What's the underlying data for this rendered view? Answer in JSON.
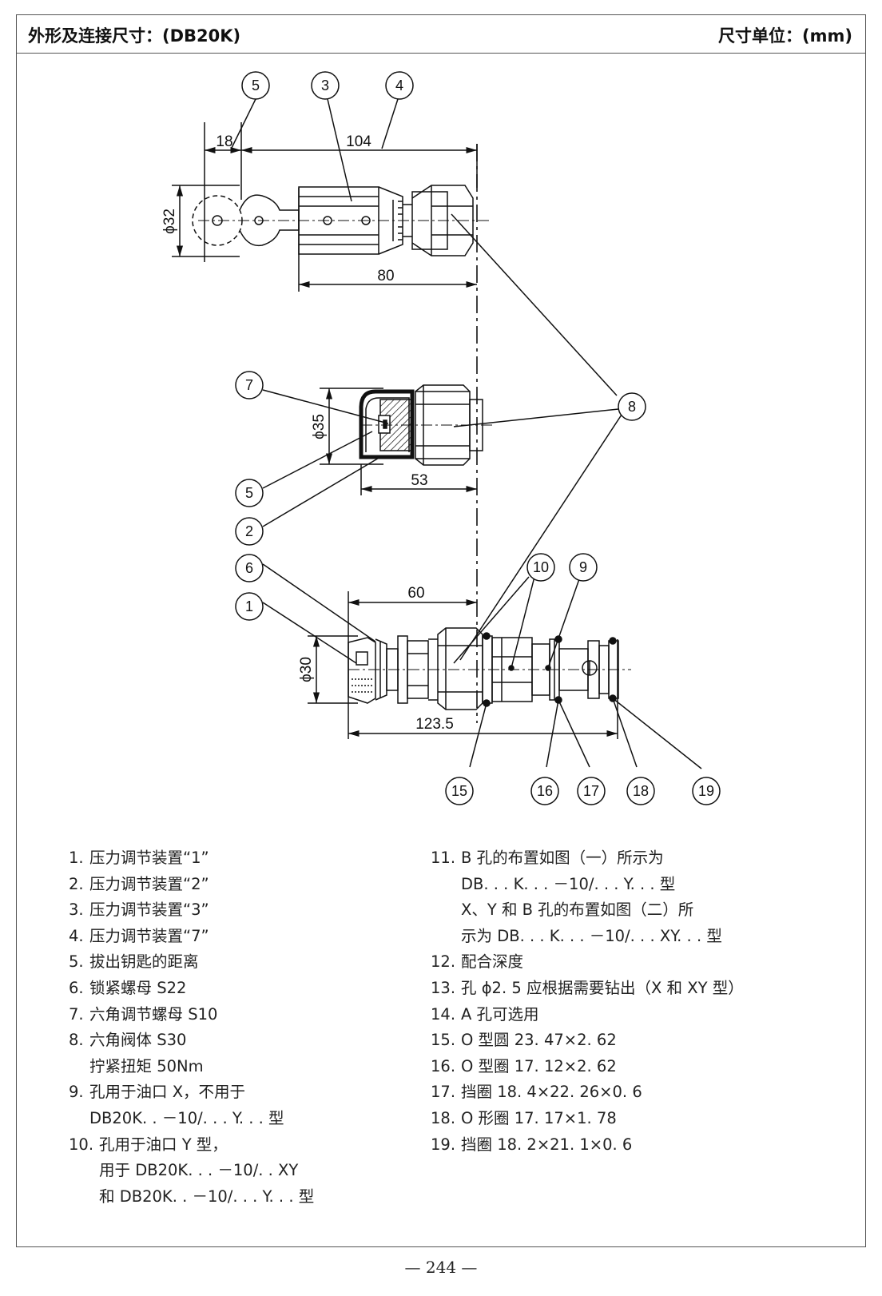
{
  "header": {
    "title": "外形及连接尺寸：(DB20K)",
    "unit": "尺寸单位：(mm)"
  },
  "drawing": {
    "top_view": {
      "dim_18": "18",
      "dim_104": "104",
      "dim_d32": "ϕ32",
      "dim_80": "80"
    },
    "middle_view": {
      "dim_d35": "ϕ35",
      "dim_53": "53"
    },
    "bottom_view": {
      "dim_60": "60",
      "dim_d30": "ϕ30",
      "dim_123_5": "123.5"
    },
    "callouts": {
      "c1": "1",
      "c2": "2",
      "c3": "3",
      "c4": "4",
      "c5a": "5",
      "c5b": "5",
      "c6": "6",
      "c7": "7",
      "c8": "8",
      "c9": "9",
      "c10": "10",
      "c15": "15",
      "c16": "16",
      "c17": "17",
      "c18": "18",
      "c19": "19"
    }
  },
  "legend_left": [
    {
      "num": "1.",
      "text": "压力调节装置“1”"
    },
    {
      "num": "2.",
      "text": "压力调节装置“2”"
    },
    {
      "num": "3.",
      "text": "压力调节装置“3”"
    },
    {
      "num": "4.",
      "text": "压力调节装置“7”"
    },
    {
      "num": "5.",
      "text": "拔出钥匙的距离"
    },
    {
      "num": "6.",
      "text": "锁紧螺母 S22"
    },
    {
      "num": "7.",
      "text": "六角调节螺母 S10"
    },
    {
      "num": "8.",
      "text": "六角阀体 S30",
      "cont": "拧紧扭矩 50Nm"
    },
    {
      "num": "9.",
      "text": "孔用于油口 X，不用于",
      "cont": "DB20K. . －10/. . . Y. . .  型"
    },
    {
      "num": "10.",
      "text": "孔用于油口 Y 型，",
      "cont": "用于 DB20K. . . －10/. . XY",
      "cont2": "和 DB20K. . －10/. . . Y. . .  型"
    }
  ],
  "legend_right": [
    {
      "num": "11.",
      "text": "B 孔的布置如图（一）所示为",
      "cont": "DB. . . K. . . －10/. . . Y. . .  型",
      "cont2": "X、Y 和 B 孔的布置如图（二）所",
      "cont3": "示为 DB. . . K. . . －10/. . . XY. . .  型"
    },
    {
      "num": "12.",
      "text": "配合深度"
    },
    {
      "num": "13.",
      "text": "孔 ϕ2. 5 应根据需要钻出（X 和 XY 型）"
    },
    {
      "num": "14.",
      "text": "A 孔可选用"
    },
    {
      "num": "15.",
      "text": "O 型圆 23. 47×2. 62"
    },
    {
      "num": "16.",
      "text": "O 型圈 17. 12×2. 62"
    },
    {
      "num": "17.",
      "text": "挡圈 18. 4×22. 26×0. 6"
    },
    {
      "num": "18.",
      "text": "O 形圈 17. 17×1. 78"
    },
    {
      "num": "19.",
      "text": "挡圈 18. 2×21. 1×0. 6"
    }
  ],
  "page_number": "—  244  —"
}
